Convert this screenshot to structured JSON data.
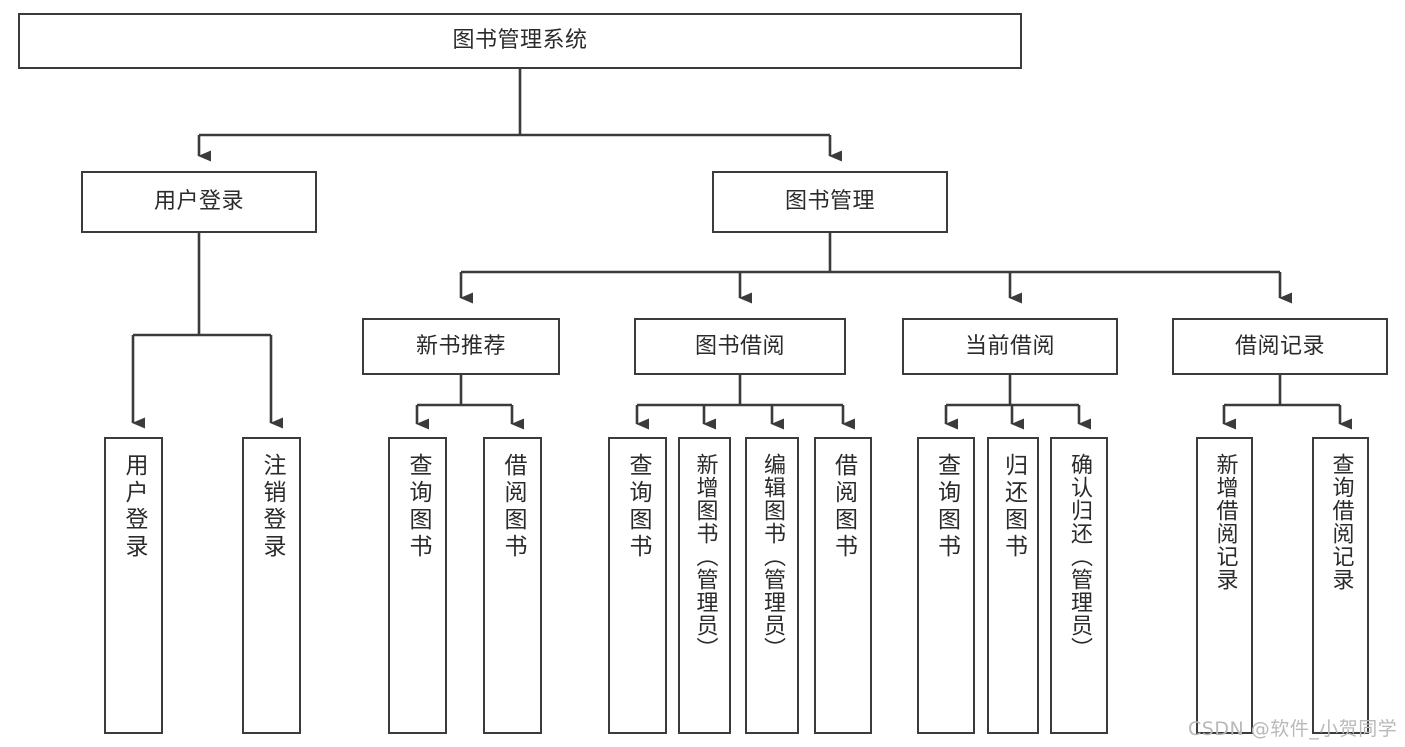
{
  "diagram": {
    "title": "图书管理系统",
    "type": "hierarchy-tree",
    "root": {
      "label": "图书管理系统"
    },
    "level2": [
      {
        "label": "用户登录"
      },
      {
        "label": "图书管理"
      }
    ],
    "level3": [
      {
        "label": "新书推荐"
      },
      {
        "label": "图书借阅"
      },
      {
        "label": "当前借阅"
      },
      {
        "label": "借阅记录"
      }
    ],
    "leaves": {
      "user_login": [
        {
          "label": "用户登录"
        },
        {
          "label": "注销登录"
        }
      ],
      "new_book_recommend": [
        {
          "label": "查询图书"
        },
        {
          "label": "借阅图书"
        }
      ],
      "book_borrow": [
        {
          "label": "查询图书"
        },
        {
          "label": "新增图书（管理员）"
        },
        {
          "label": "编辑图书（管理员）"
        },
        {
          "label": "借阅图书"
        }
      ],
      "current_borrow": [
        {
          "label": "查询图书"
        },
        {
          "label": "归还图书"
        },
        {
          "label": "确认归还（管理员）"
        }
      ],
      "borrow_record": [
        {
          "label": "新增借阅记录"
        },
        {
          "label": "查询借阅记录"
        }
      ]
    }
  },
  "watermark": {
    "text": "CSDN @软件_小贺同学"
  },
  "colors": {
    "stroke": "#3b3b3b",
    "text": "#2b2b2b",
    "background": "#ffffff",
    "watermark": "#b9b9b9"
  }
}
